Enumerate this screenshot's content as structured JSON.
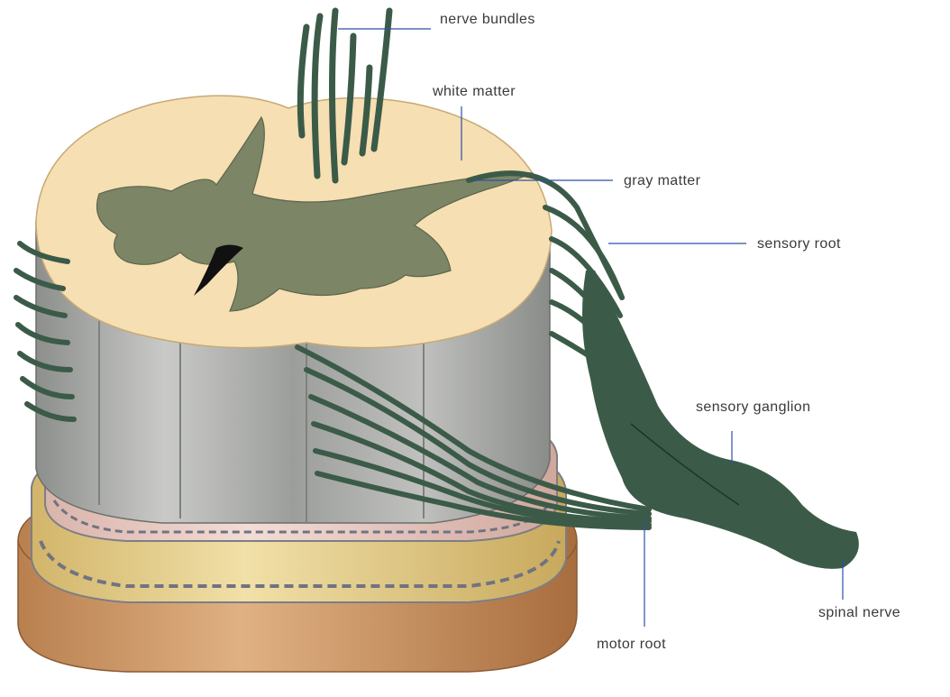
{
  "diagram": {
    "labels": {
      "nerve_bundles": "nerve bundles",
      "white_matter": "white matter",
      "gray_matter": "gray matter",
      "sensory_root": "sensory root",
      "sensory_ganglion": "sensory ganglion",
      "spinal_nerve": "spinal nerve",
      "motor_root": "motor root"
    },
    "colors": {
      "white_matter": "#f6dfb2",
      "gray_matter": "#7c8566",
      "nerve": "#3b5b48",
      "column": "#a8aaa7",
      "pia": "#e8c9c2",
      "arachnoid": "#e0c98a",
      "dura": "#c78f60",
      "leader": "#2f4fa8"
    }
  }
}
